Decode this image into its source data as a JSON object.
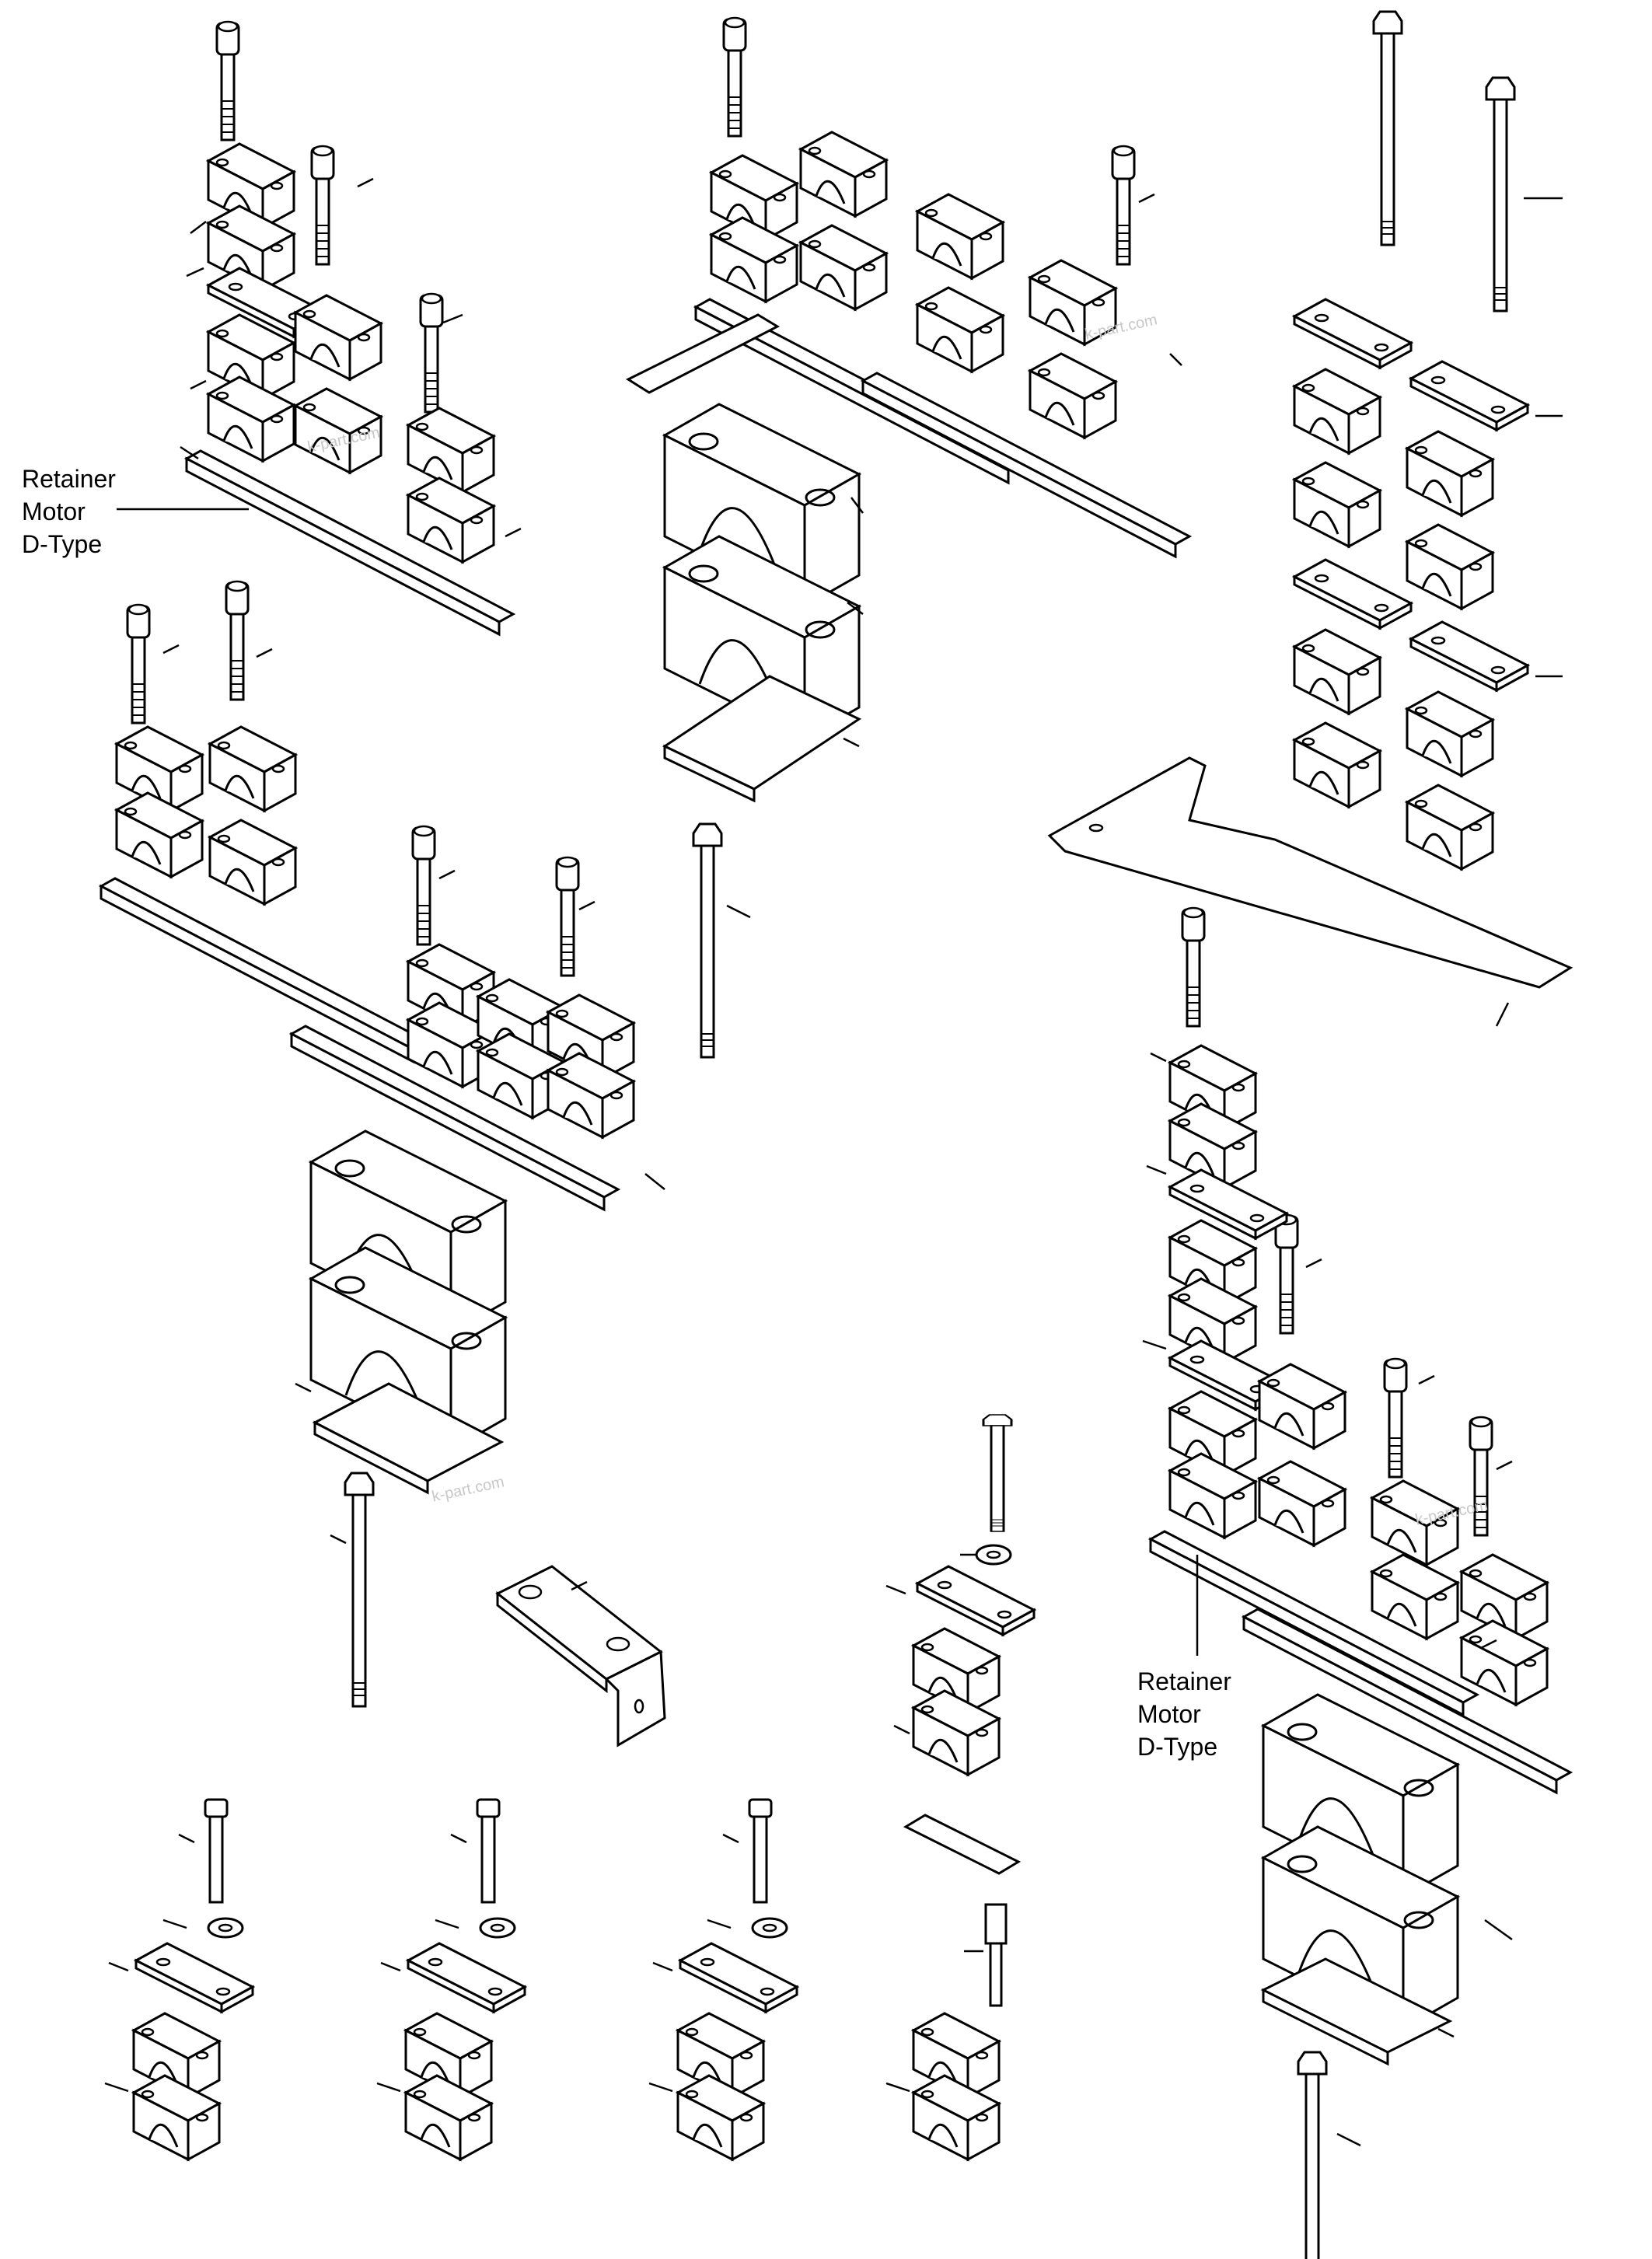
{
  "labels": {
    "callout_top_left": [
      "Retainer",
      "Motor",
      "D-Type"
    ],
    "callout_bottom_right": [
      "Retainer",
      "Motor",
      "D-Type"
    ]
  },
  "watermark": "k-part.com",
  "colors": {
    "line": "#000000",
    "fill": "#ffffff",
    "watermark": "#c8c8c8"
  }
}
